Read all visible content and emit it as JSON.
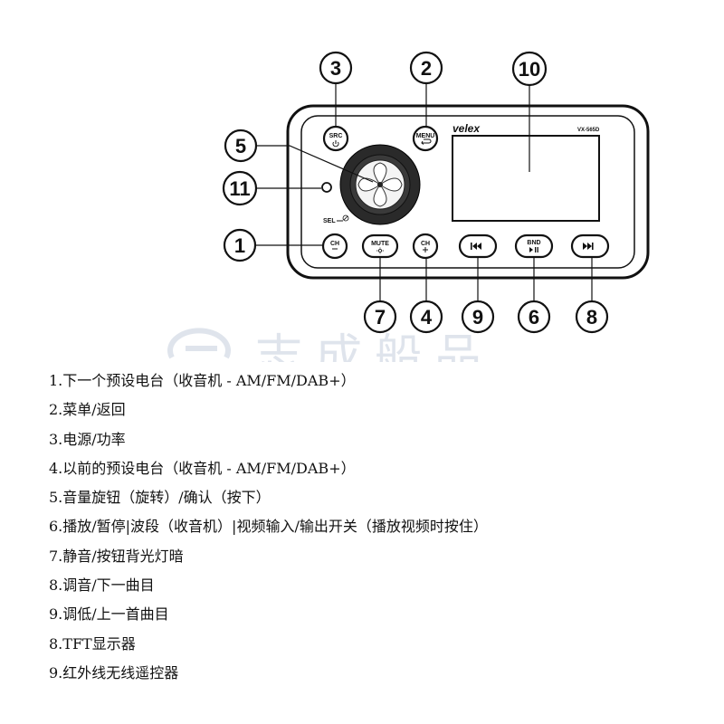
{
  "device": {
    "brand": "velex",
    "model": "VX-565D",
    "buttons": {
      "src": "SRC",
      "menu": "MENU",
      "ch_left": "CH",
      "mute": "MUTE",
      "ch_right": "CH",
      "bnd": "BND",
      "sel": "SEL"
    }
  },
  "callouts": [
    "3",
    "2",
    "10",
    "5",
    "11",
    "1",
    "7",
    "4",
    "9",
    "6",
    "8"
  ],
  "watermark": "志成船品",
  "legend": [
    "1.下一个预设电台（收音机 - AM/FM/DAB+）",
    "2.菜单/返回",
    "3.电源/功率",
    "4.以前的预设电台（收音机 - AM/FM/DAB+）",
    "5.音量旋钮（旋转）/确认（按下）",
    "6.播放/暂停|波段（收音机）|视频输入/输出开关（播放视频时按住）",
    "7.静音/按钮背光灯暗",
    "8.调音/下一曲目",
    "9.调低/上一首曲目",
    "8.TFT显示器",
    "9.红外线无线遥控器"
  ]
}
